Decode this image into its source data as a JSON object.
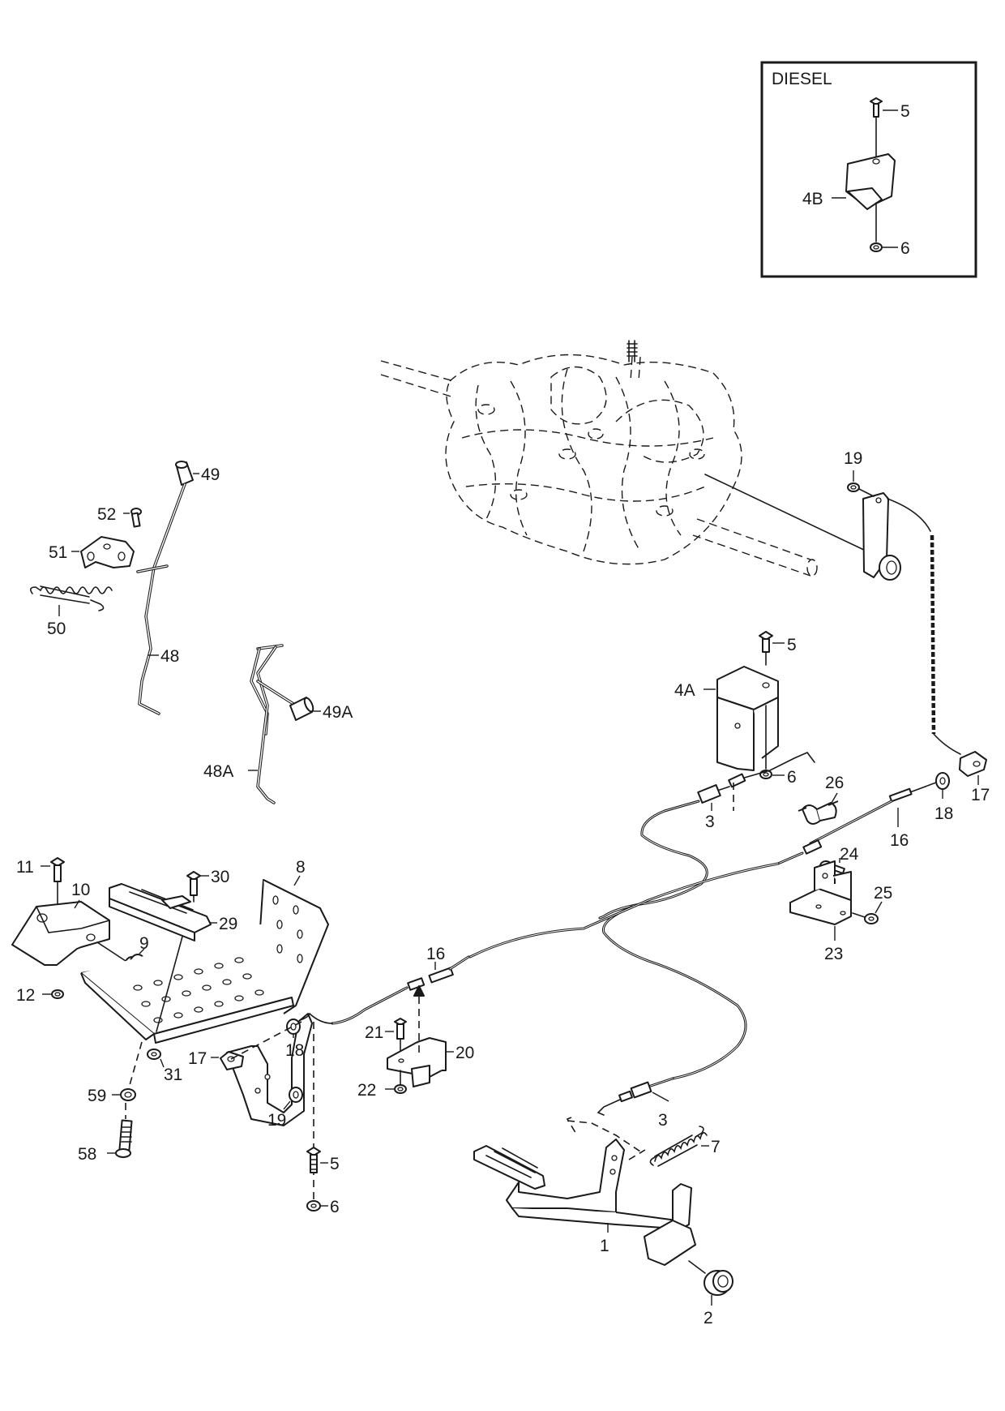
{
  "inset": {
    "title": "DIESEL",
    "callouts": [
      "5",
      "4B",
      "6"
    ]
  },
  "callouts": {
    "c1": "1",
    "c2": "2",
    "c3a": "3",
    "c3b": "3",
    "c4A": "4A",
    "c5a": "5",
    "c5b": "5",
    "c6a": "6",
    "c6b": "6",
    "c7": "7",
    "c8": "8",
    "c9": "9",
    "c10": "10",
    "c11": "11",
    "c12": "12",
    "c16a": "16",
    "c16b": "16",
    "c17a": "17",
    "c17b": "17",
    "c18a": "18",
    "c18b": "18",
    "c19a": "19",
    "c19b": "19",
    "c20": "20",
    "c21": "21",
    "c22": "22",
    "c23": "23",
    "c24": "24",
    "c25": "25",
    "c26": "26",
    "c29": "29",
    "c30": "30",
    "c31": "31",
    "c48": "48",
    "c48A": "48A",
    "c49": "49",
    "c49A": "49A",
    "c50": "50",
    "c51": "51",
    "c52": "52",
    "c58": "58",
    "c59": "59"
  }
}
